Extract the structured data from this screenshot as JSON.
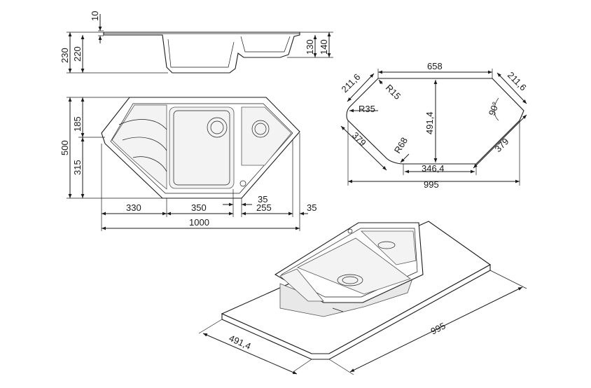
{
  "side_view": {
    "dims": [
      "10",
      "230",
      "220",
      "130",
      "140"
    ]
  },
  "top_view": {
    "dims": [
      "185",
      "500",
      "315",
      "35",
      "330",
      "350",
      "35",
      "255",
      "35",
      "1000"
    ]
  },
  "cutout_view": {
    "dims": [
      "658",
      "211,6",
      "R15",
      "211,6",
      "R35",
      "491,4",
      "90°",
      "379",
      "R68",
      "379",
      "346,4",
      "995"
    ]
  },
  "iso_view": {
    "dims": [
      "995",
      "491,4"
    ]
  },
  "colors": {
    "line": "#1a1a1a",
    "shade": "#e8e8e8"
  }
}
